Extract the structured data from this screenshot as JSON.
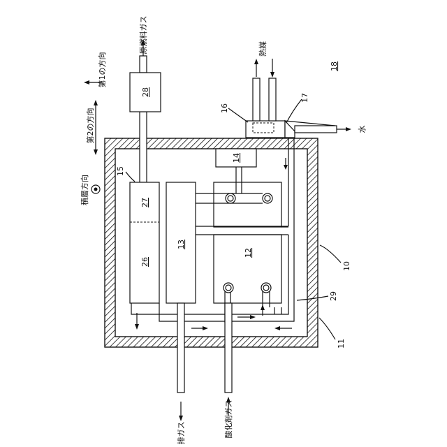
{
  "labels": {
    "raw_fuel_gas": "原燃料ガス",
    "direction_1": "第1の方向",
    "direction_2": "第2の方向",
    "stack_direction": "積層方向",
    "heat_medium": "熱媒",
    "water": "水",
    "exhaust_gas": "排ガス",
    "oxidant_gas": "酸化剤ガス"
  },
  "refs": {
    "r10": "10",
    "r11": "11",
    "r12": "12",
    "r13": "13",
    "r14": "14",
    "r15": "15",
    "r16": "16",
    "r17": "17",
    "r18": "18",
    "r26": "26",
    "r27": "27",
    "r28": "28",
    "r29": "29"
  },
  "colors": {
    "line": "#111111",
    "hatch": "#111111",
    "background": "#ffffff"
  }
}
